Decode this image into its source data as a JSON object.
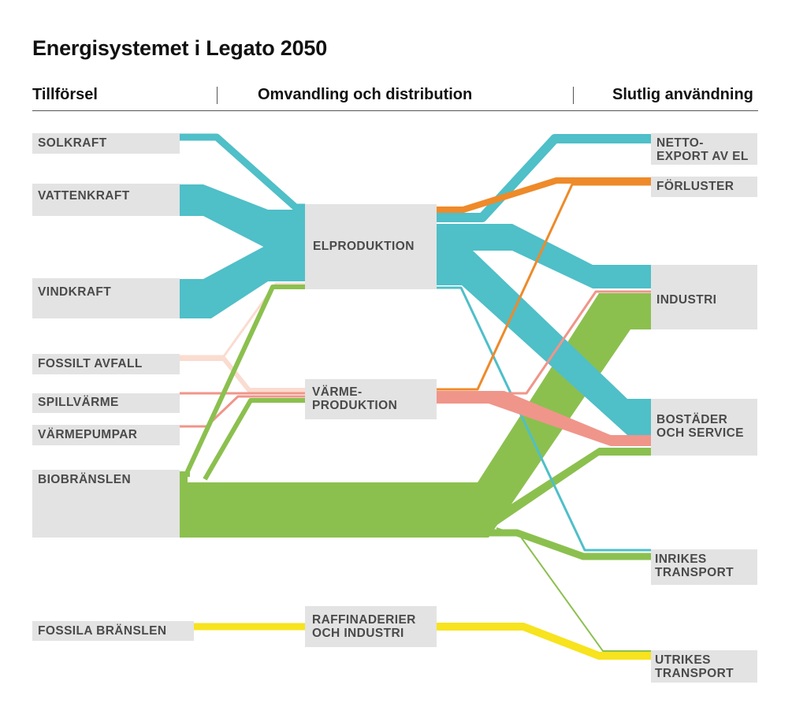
{
  "title": "Energisystemet i Legato 2050",
  "column_headers": {
    "left": "Tillförsel",
    "middle": "Omvandling och distribution",
    "right": "Slutlig användning"
  },
  "colors": {
    "electricity": "#4fbfc8",
    "losses": "#ee8a2a",
    "heat": "#f0958a",
    "fossil_waste": "#fadcd0",
    "biofuel": "#8bc04f",
    "fossil_fuel": "#f7e31e",
    "node_background": "#e3e3e3"
  },
  "supply_nodes": {
    "solkraft": "SOLKRAFT",
    "vattenkraft": "VATTENKRAFT",
    "vindkraft": "VINDKRAFT",
    "fossilt_avfall": "FOSSILT AVFALL",
    "spillvarme": "SPILLVÄRME",
    "varmepumpar": "VÄRMEPUMPAR",
    "biobranslen": "BIOBRÄNSLEN",
    "fossila_branslen": "FOSSILA BRÄNSLEN"
  },
  "conversion_nodes": {
    "elproduktion": "ELPRODUKTION",
    "varmeproduktion_1": "VÄRME-",
    "varmeproduktion_2": "PRODUKTION",
    "raffinaderier_1": "RAFFINADERIER",
    "raffinaderier_2": "OCH INDUSTRI"
  },
  "use_nodes": {
    "nettoexport_1": "NETTO-",
    "nettoexport_2": "EXPORT AV EL",
    "forluster": "FÖRLUSTER",
    "industri": "INDUSTRI",
    "bostader_1": "BOSTÄDER",
    "bostader_2": "OCH SERVICE",
    "inrikes_1": "INRIKES",
    "inrikes_2": "TRANSPORT",
    "utrikes_1": "UTRIKES",
    "utrikes_2": "TRANSPORT"
  }
}
